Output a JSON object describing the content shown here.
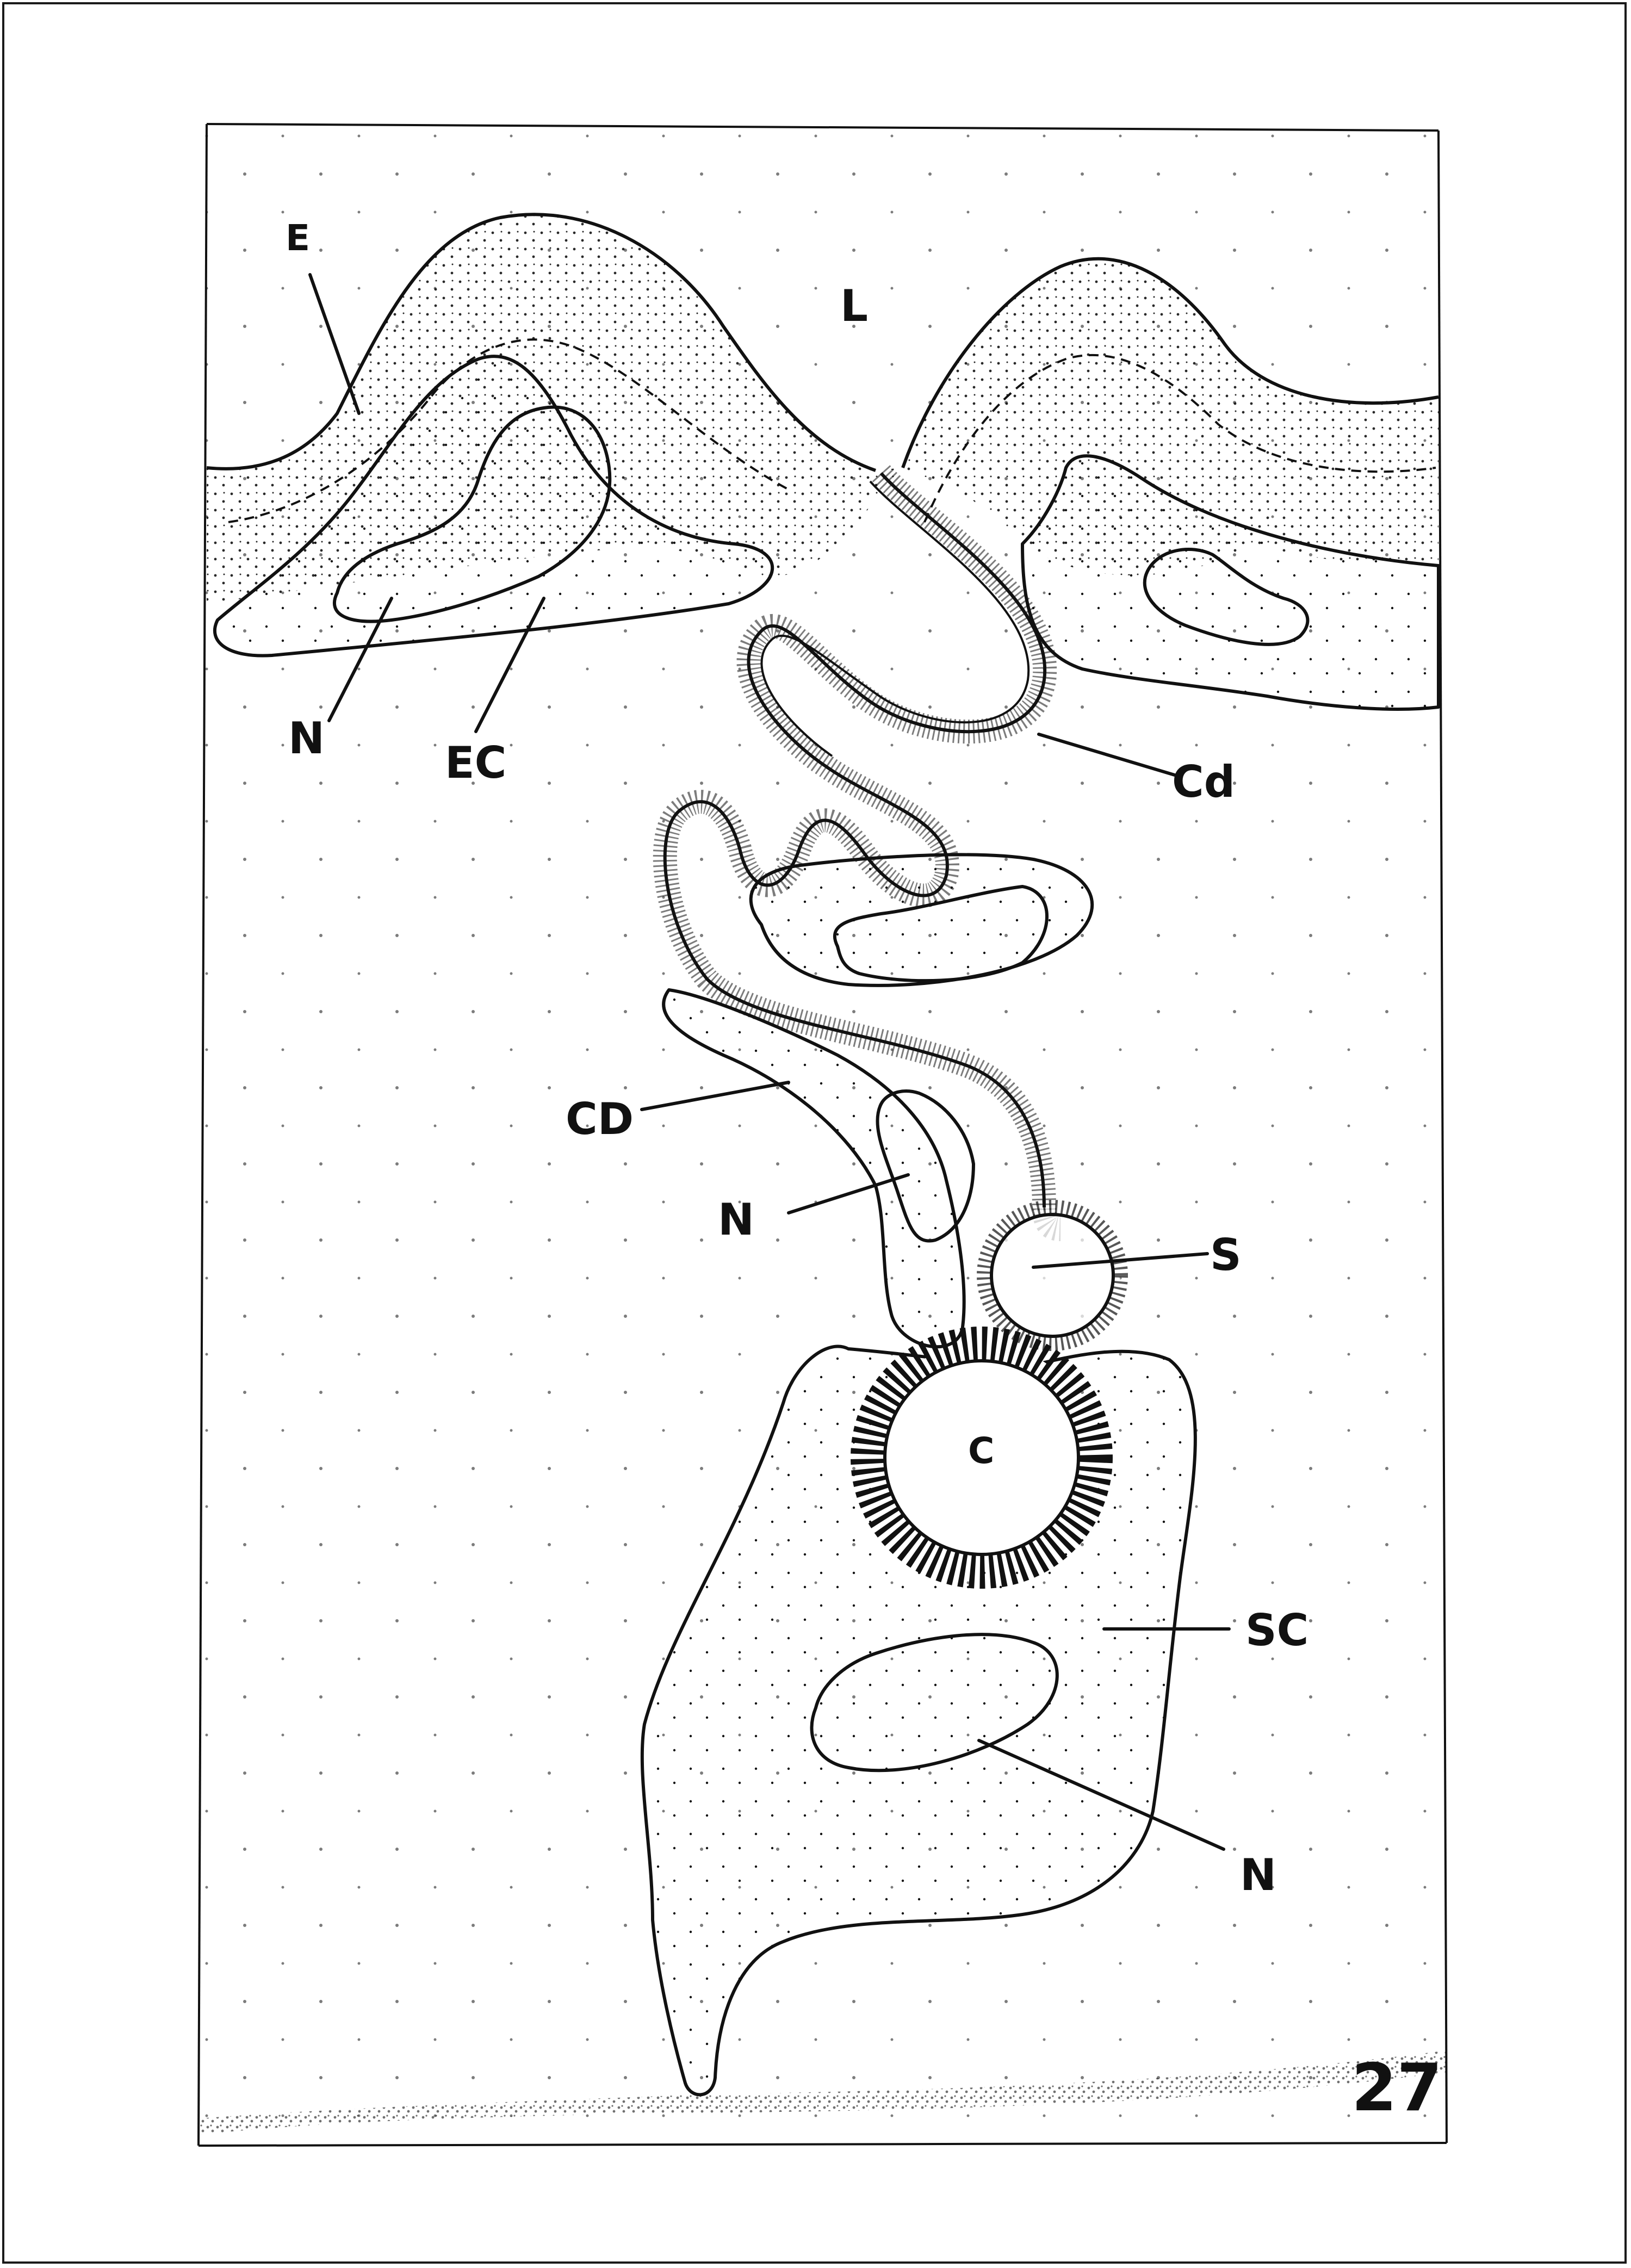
{
  "figure": {
    "number": "27",
    "labels": {
      "E": "E",
      "L": "L",
      "N_top": "N",
      "EC": "EC",
      "Cd": "Cd",
      "CD": "CD",
      "N_mid": "N",
      "S": "S",
      "C": "C",
      "SC": "SC",
      "N_bottom": "N"
    }
  },
  "colors": {
    "ink": "#111111",
    "paper": "#ffffff"
  }
}
